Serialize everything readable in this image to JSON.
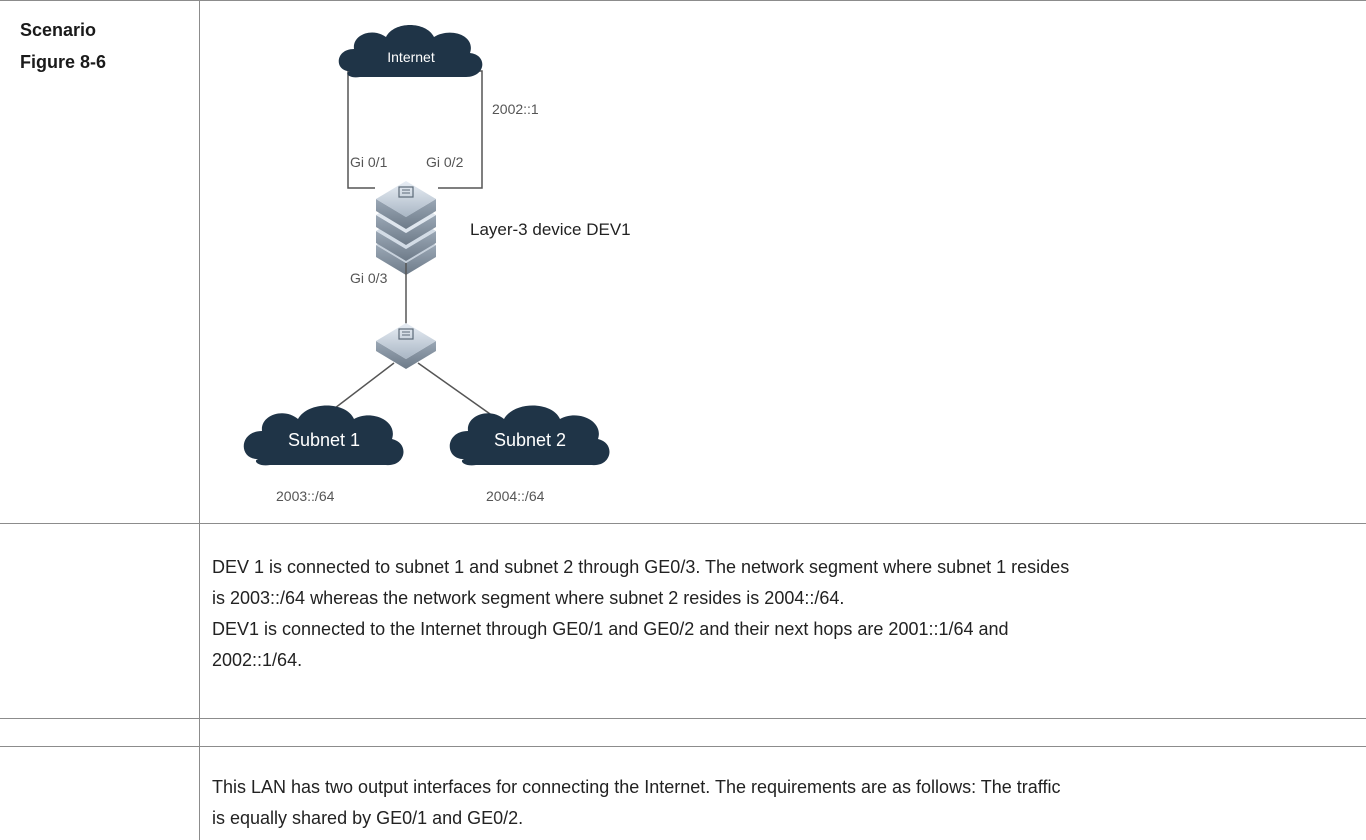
{
  "labels": {
    "scenario": "Scenario",
    "figure": "Figure 8-6"
  },
  "diagram": {
    "internet": "Internet",
    "addr_internet": "2002::1",
    "port_gi01": "Gi 0/1",
    "port_gi02": "Gi 0/2",
    "port_gi03": "Gi 0/3",
    "device_label": "Layer-3 device DEV1",
    "subnet1": "Subnet 1",
    "subnet2": "Subnet 2",
    "addr_subnet1": "2003::/64",
    "addr_subnet2": "2004::/64"
  },
  "description": {
    "line1": "DEV 1 is connected to subnet 1 and subnet 2 through GE0/3. The network segment where subnet 1 resides",
    "line2": "is 2003::/64 whereas the network segment where subnet 2 resides is 2004::/64.",
    "line3": "DEV1 is connected to the Internet through GE0/1 and GE0/2 and their next hops are 2001::1/64 and",
    "line4": "2002::1/64."
  },
  "requirements": {
    "line1": "This LAN has two output interfaces for connecting the Internet. The requirements are as follows: The traffic",
    "line2": "is equally shared by GE0/1 and GE0/2."
  }
}
